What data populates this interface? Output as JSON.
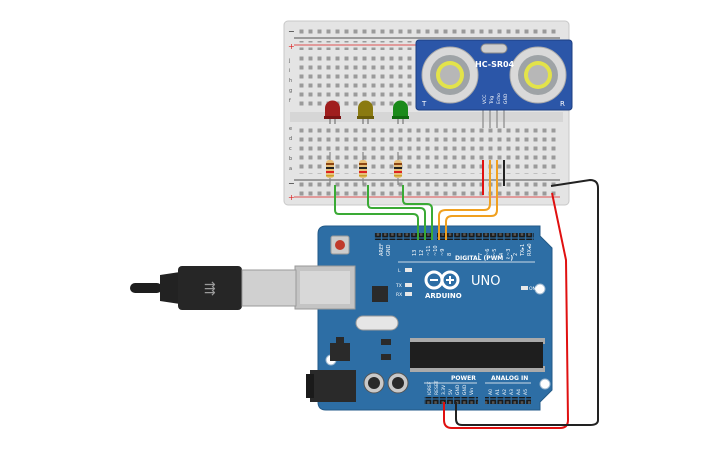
{
  "breadboard": {
    "rail_plus": "+",
    "rail_minus": "−",
    "row_letters_top": [
      "j",
      "i",
      "h",
      "g",
      "f"
    ],
    "row_letters_bottom": [
      "e",
      "d",
      "c",
      "b",
      "a"
    ]
  },
  "sensor": {
    "model": "HC-SR04",
    "pin_labels": [
      "VCC",
      "Trig",
      "Echo",
      "GND"
    ],
    "side_t": "T",
    "side_r": "R"
  },
  "leds": [
    {
      "name": "red",
      "color": "#a01e1e"
    },
    {
      "name": "yellow",
      "color": "#8a7a10"
    },
    {
      "name": "green",
      "color": "#1a8a1a"
    }
  ],
  "arduino": {
    "brand": "ARDUINO",
    "model": "UNO",
    "digital_label": "DIGITAL (PWM ~)",
    "power_label": "POWER",
    "analog_label": "ANALOG IN",
    "on_label": "ON",
    "tx_label": "TX",
    "rx_label": "RX",
    "l_label": "L",
    "digital_pins": [
      "AREF",
      "GND",
      "13",
      "12",
      "~11",
      "~10",
      "~9",
      "8",
      "7",
      "~6",
      "~5",
      "4",
      "~3",
      "2",
      "TX▸1",
      "RX◂0"
    ],
    "power_pins": [
      "IOREF",
      "RESET",
      "3.3V",
      "5V",
      "GND",
      "GND",
      "Vin"
    ],
    "analog_pins": [
      "A0",
      "A1",
      "A2",
      "A3",
      "A4",
      "A5"
    ]
  },
  "colors": {
    "board": "#2d6ea5",
    "breadboard": "#e8e8e8",
    "sensor": "#2b56a8",
    "wire_green": "#3aaa35",
    "wire_orange": "#f0a020",
    "wire_red": "#e01010",
    "wire_black": "#222222"
  }
}
